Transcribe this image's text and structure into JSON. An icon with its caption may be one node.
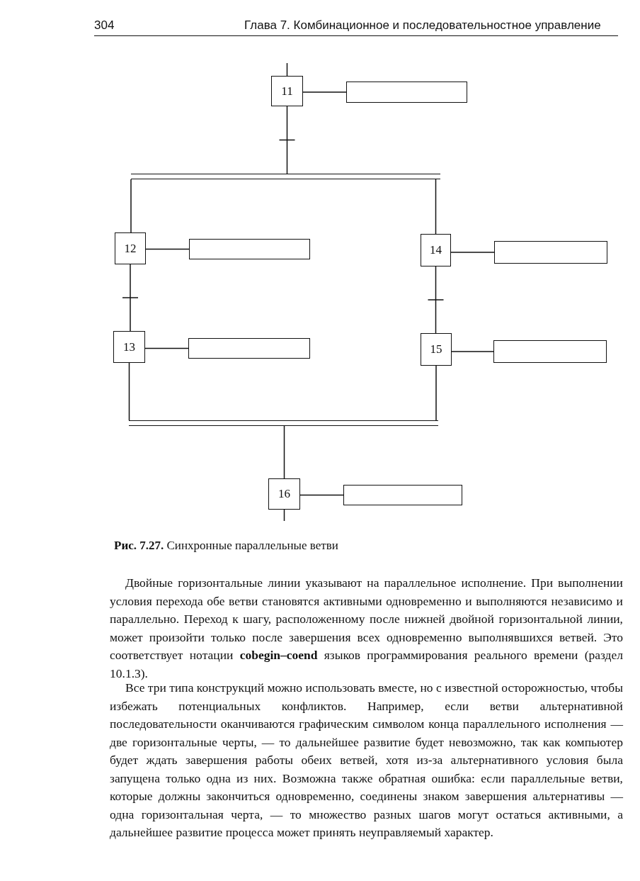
{
  "diagram": {
    "caption": "**Рис. 7.27.** Синхронные параллельные ветви",
    "nodes": [
      {
        "text": [
          "11"
        ]
      },
      {
        "text": [],
        "shape": "box"
      },
      {
        "text": [],
        "shape": "bar"
      },
      {
        "text": [
          "12"
        ]
      },
      {
        "text": [],
        "shape": "box"
      },
      {
        "text": [
          "14"
        ]
      },
      {
        "text": [],
        "shape": "box"
      },
      {
        "text": [
          "13"
        ]
      },
      {
        "text": [],
        "shape": "box"
      },
      {
        "text": [
          "15"
        ]
      },
      {
        "text": [],
        "shape": "box"
      },
      {
        "text": [],
        "shape": "bar"
      },
      {
        "text": [
          "16"
        ]
      },
      {
        "text": [],
        "shape": "box"
      }
    ],
    "edges": [
      {
        "from": null,
        "to": 0,
        "arrow": "none"
      },
      {
        "from": 0,
        "to": 1,
        "arrow": "none"
      },
      {
        "from": 0,
        "to": 2,
        "arrow": "none"
      },
      {
        "from": 2,
        "to": 3,
        "arrow": "none"
      },
      {
        "from": 2,
        "to": 5,
        "arrow": "none"
      },
      {
        "from": 3,
        "to": 4,
        "arrow": "none"
      },
      {
        "from": 5,
        "to": 6,
        "arrow": "none"
      },
      {
        "from": 3,
        "to": 7,
        "arrow": "none"
      },
      {
        "from": 5,
        "to": 9,
        "arrow": "none"
      },
      {
        "from": 7,
        "to": 8,
        "arrow": "none"
      },
      {
        "from": 9,
        "to": 10,
        "arrow": "none"
      },
      {
        "from": 7,
        "to": 11,
        "arrow": "none"
      },
      {
        "from": 9,
        "to": 11,
        "arrow": "none"
      },
      {
        "from": 11,
        "to": 12,
        "arrow": "none"
      },
      {
        "from": 12,
        "to": 13,
        "arrow": "none"
      },
      {
        "from": 12,
        "to": null,
        "arrow": "none"
      }
    ],
    "labels": [
      "304",
      "Глава 7. Комбинационное и последовательностное управление",
      "Двойные горизонтальные линии указывают на параллельное исполнение. При выполнении условия перехода обе ветви становятся активными одновременно и выполняются независимо и параллельно. Переход к шагу, расположенному после нижней двойной горизонтальной линии, может произойти только после завершения всех одновременно выполнявшихся ветвей. Это соответствует нотации **cobegin–coend** языков программирования реального времени (раздел 10.1.3).",
      "Все три типа конструкций можно использовать вместе, но с известной осторожностью, чтобы избежать потенциальных конфликтов. Например, если ветви альтернативной последовательности оканчиваются графическим символом конца параллельного исполнения — две горизонтальные черты, — то дальнейшее развитие будет невозможно, так как компьютер будет ждать завершения работы обеих ветвей, хотя из-за альтернативного условия была запущена только одна из них. Возможна также обратная ошибка: если параллельные ветви, которые должны закончиться одновременно, соединены знаком завершения альтернативы — одна горизонтальная черта, — то множество разных шагов могут остаться активными, а дальнейшее развитие процесса может принять неуправляемый характер."
    ]
  }
}
